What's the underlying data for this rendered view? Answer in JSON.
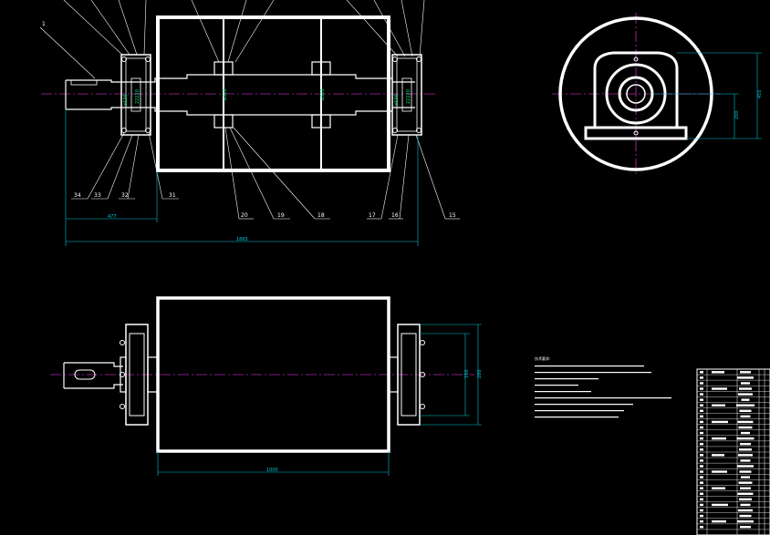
{
  "colors": {
    "background": "#000000",
    "outline": "#ffffff",
    "bearing_text": "#00e676",
    "dimension": "#00c4d4",
    "centerline": "#ff3cff"
  },
  "balloons": {
    "b1": "1",
    "b34": "34",
    "b33": "33",
    "b32": "32",
    "b31": "31",
    "b20": "20",
    "b19": "19",
    "b18": "18",
    "b17": "17",
    "b16": "16",
    "b15": "15"
  },
  "dimensions": {
    "shaft_extension": "477",
    "overall_length": "1865",
    "end_height": "200",
    "end_height_total": "455",
    "housing_inner": "150",
    "housing_outer": "280",
    "drum_width": "1000"
  },
  "bearing_labels": {
    "left_outer": "ø100",
    "left_inner": "22220",
    "right_outer": "ø100",
    "right_inner": "22220",
    "hub_left": "ø320",
    "hub_right": "ø320"
  },
  "notes_title": "技术要求:"
}
